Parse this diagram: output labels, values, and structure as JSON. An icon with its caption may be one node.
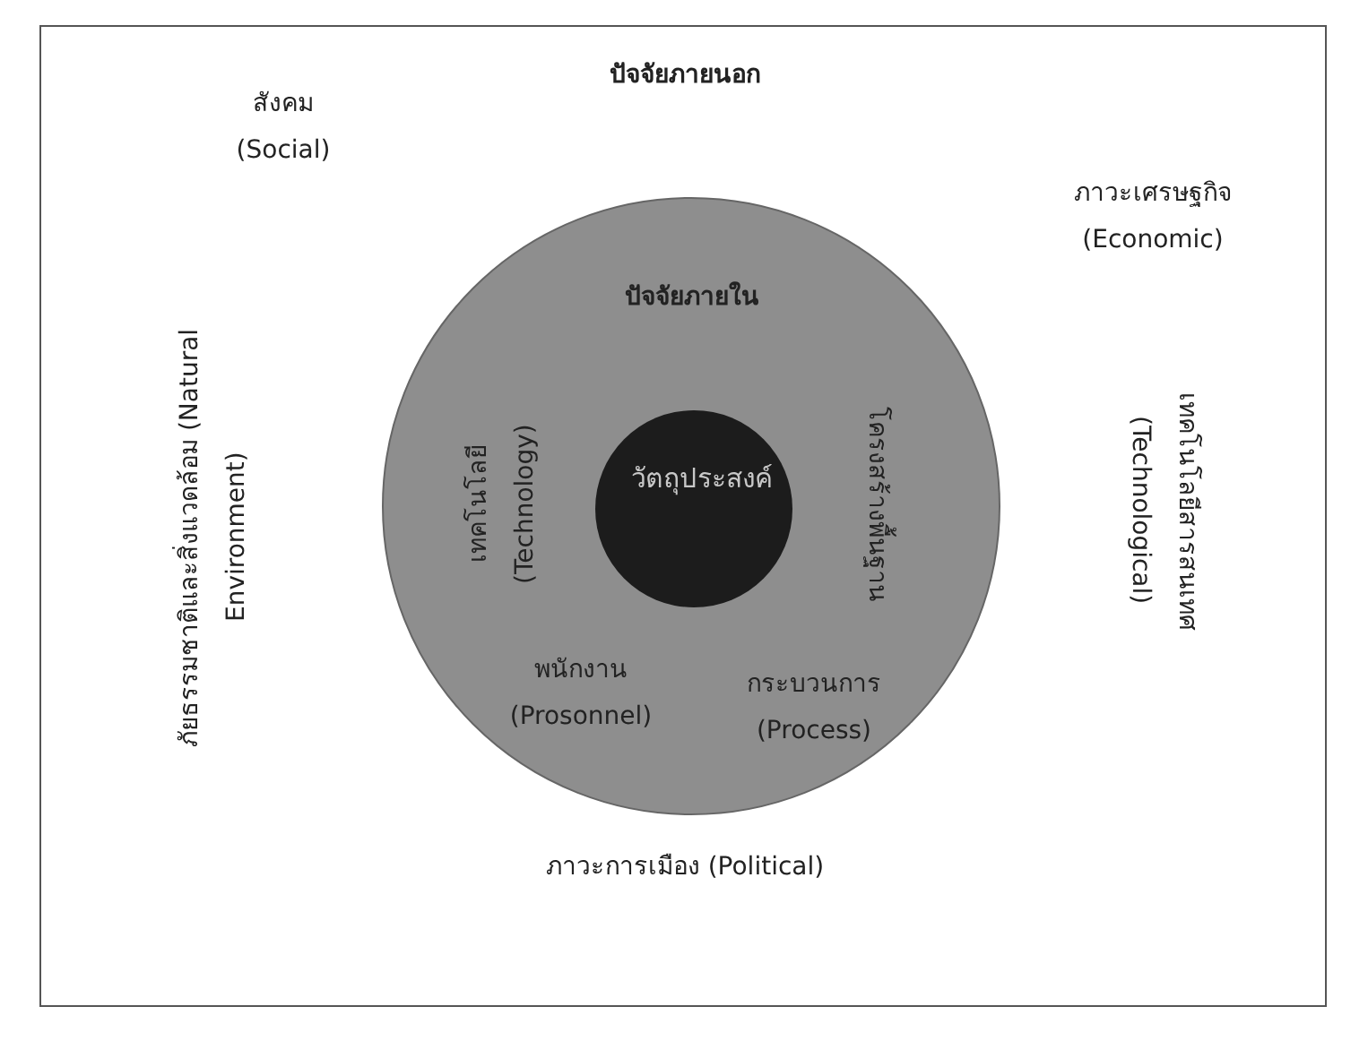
{
  "diagram": {
    "nodes": [
      {
        "text": [
          "ปัจจัยภายนอก",
          "สังคม (Social)",
          "ภาวะเศรษฐกิจ (Economic)",
          "ภัยธรรมชาติและสิ่งแวดล้อม (Natural Environment)",
          "เทคโนโลยีสารสนเทศ (Technological)",
          "ภาวะการเมือง (Political)"
        ]
      },
      {
        "text": [
          "ปัจจัยภายใน",
          "เทคโนโลยี (Technology)",
          "โครงสร้างพื้นฐาน",
          "พนักงาน (Prosonnel)",
          "กระบวนการ (Process)"
        ],
        "in": 0
      },
      {
        "text": [
          "วัตถุประสงค์"
        ],
        "in": 1
      }
    ]
  }
}
